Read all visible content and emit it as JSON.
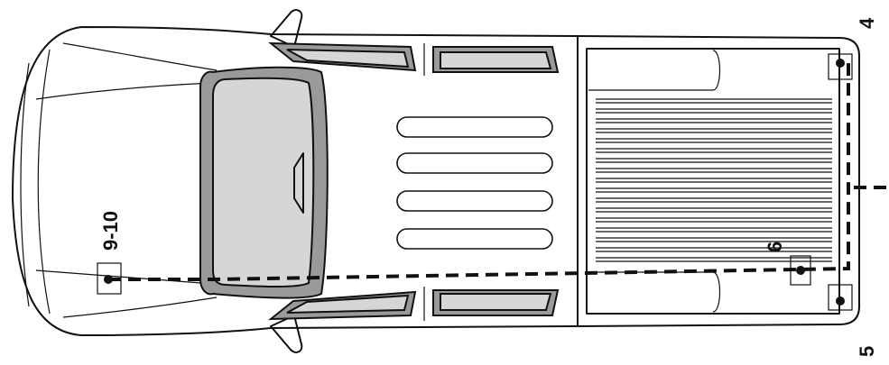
{
  "labels": {
    "front_point": "9-10",
    "mid_point": "6",
    "rear_top": "4",
    "rear_bottom": "5"
  },
  "colors": {
    "outline": "#111111",
    "glass": "#d6d6d6",
    "frame": "#9a9a9a"
  }
}
